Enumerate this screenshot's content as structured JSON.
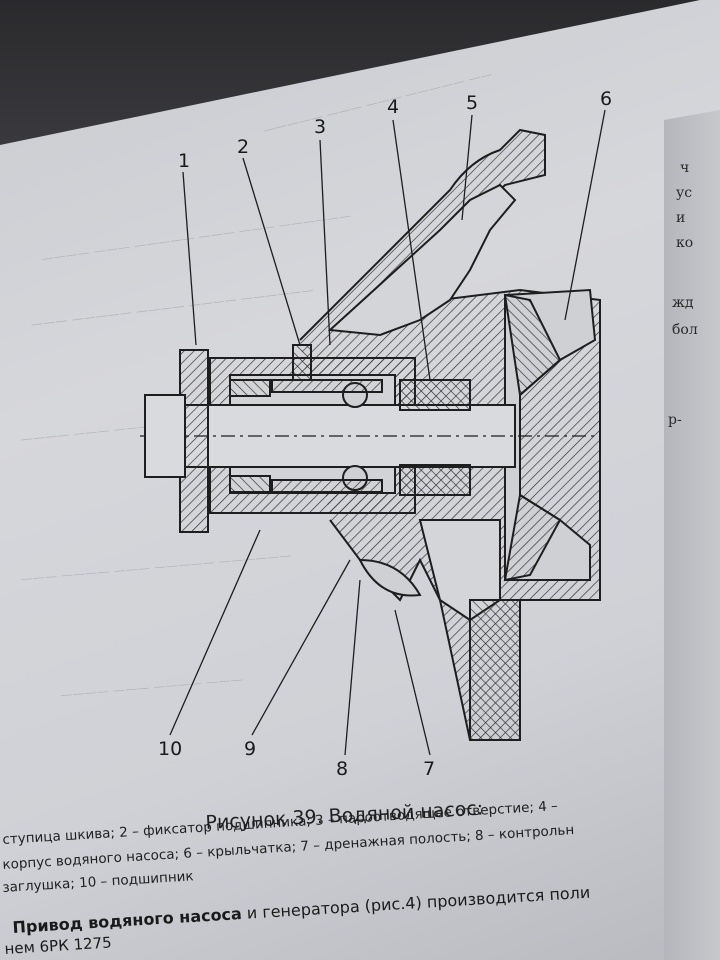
{
  "figure": {
    "callouts": [
      "1",
      "2",
      "3",
      "4",
      "5",
      "6",
      "7",
      "8",
      "9",
      "10"
    ]
  },
  "caption": {
    "title": "Рисунок 39. Водяной насос:",
    "line1": "ступица шкива; 2 – фиксатор подшипника; 3 – пароотводящее отверстие; 4 –",
    "line2": "корпус водяного насоса; 6 – крыльчатка; 7 – дренажная полость; 8 – контрольн",
    "line3": "заглушка; 10 – подшипник"
  },
  "body_text": {
    "heading": "Привод водяного насоса",
    "heading_rest": " и генератора (рис.4) производится поли",
    "subline": "нем 6РК 1275"
  },
  "right_column": {
    "fragments": [
      "ч",
      "ус",
      "и",
      "ко",
      "жд",
      "бол",
      "р-"
    ]
  }
}
